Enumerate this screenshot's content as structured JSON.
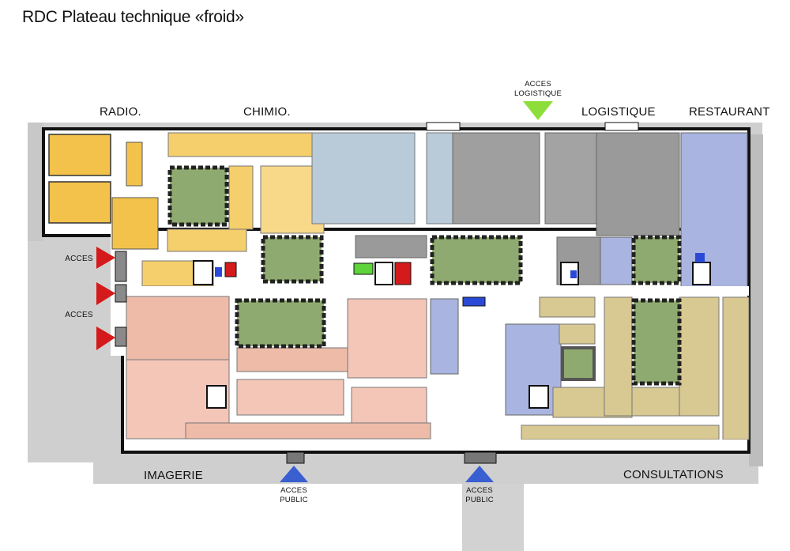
{
  "title": "RDC Plateau technique «froid»",
  "zones": {
    "radio": "RADIO.",
    "chimio": "CHIMIO.",
    "logistique": "LOGISTIQUE",
    "restaurant": "RESTAURANT",
    "imagerie": "IMAGERIE",
    "consultations": "CONSULTATIONS"
  },
  "access": {
    "logistique_top": "ACCES",
    "logistique_bottom": "LOGISTIQUE",
    "left_upper": "ACCES",
    "left_lower": "ACCES",
    "public_left_top": "ACCES",
    "public_left_bottom": "PUBLIC",
    "public_right_top": "ACCES",
    "public_right_bottom": "PUBLIC"
  },
  "colors": {
    "radio": "#f2c24a",
    "chimio": "#f8d98a",
    "blue_gray": "#b9cbd9",
    "logistics_gray": "#9a9a9a",
    "restaurant": "#a9b4e0",
    "imagerie": "#eebba9",
    "consultations": "#d8c891",
    "courtyard": "#8faa70",
    "access_red": "#d41a1a",
    "access_green": "#8ede3b",
    "access_blue": "#3a5fd0"
  }
}
